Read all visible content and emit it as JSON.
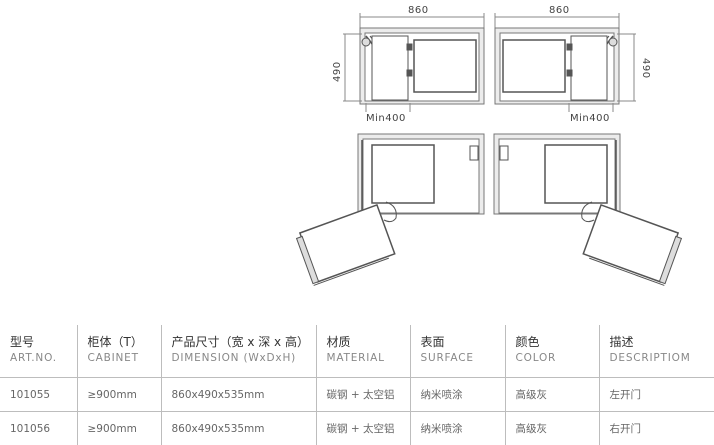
{
  "drawings": {
    "width_label": "860",
    "depth_label": "490",
    "min_label": "Min400"
  },
  "table": {
    "headers": [
      {
        "zh": "型号",
        "en": "ART.NO."
      },
      {
        "zh": "柜体（T）",
        "en": "CABINET"
      },
      {
        "zh": "产品尺寸（宽 x 深 x 高）",
        "en": "DIMENSION (WxDxH)"
      },
      {
        "zh": "材质",
        "en": "MATERIAL"
      },
      {
        "zh": "表面",
        "en": "SURFACE"
      },
      {
        "zh": "颜色",
        "en": "COLOR"
      },
      {
        "zh": "描述",
        "en": "DESCRIPTIOM"
      }
    ],
    "rows": [
      [
        "101055",
        "≥900mm",
        "860x490x535mm",
        "碳钢 + 太空铝",
        "纳米喷涂",
        "高级灰",
        "左开门"
      ],
      [
        "101056",
        "≥900mm",
        "860x490x535mm",
        "碳钢 + 太空铝",
        "纳米喷涂",
        "高级灰",
        "右开门"
      ]
    ]
  }
}
